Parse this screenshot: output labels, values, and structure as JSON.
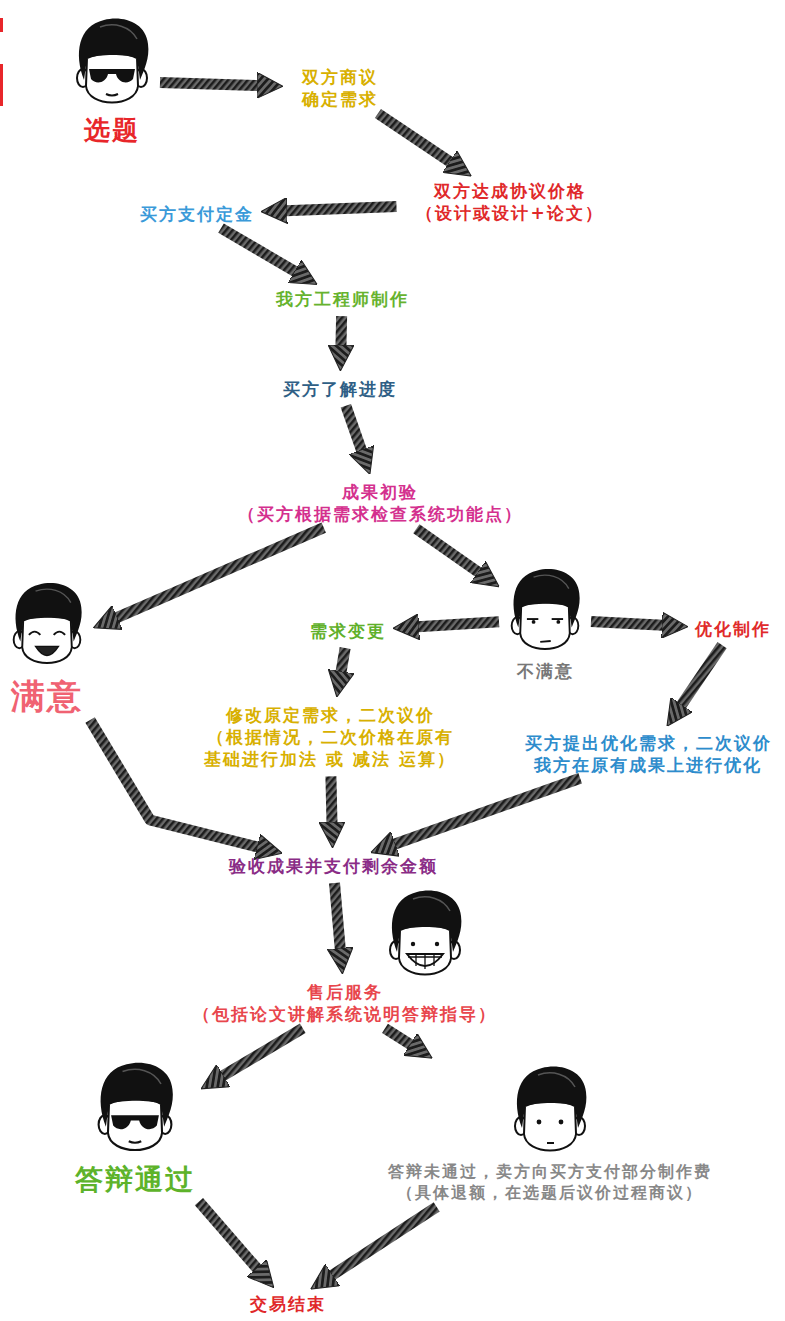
{
  "diagram": {
    "nodes": [
      {
        "text": [
          "选题"
        ]
      },
      {
        "text": [
          "双方商议 确定需求"
        ]
      },
      {
        "text": [
          "双方达成协议价格 （设计或设计+论文）"
        ]
      },
      {
        "text": [
          "买方支付定金"
        ]
      },
      {
        "text": [
          "我方工程师制作"
        ]
      },
      {
        "text": [
          "买方了解进度"
        ]
      },
      {
        "text": [
          "成果初验 （买方根据需求检查系统功能点）"
        ]
      },
      {
        "text": [
          "满意"
        ]
      },
      {
        "text": [
          "不满意"
        ]
      },
      {
        "text": [
          "需求变更"
        ]
      },
      {
        "text": [
          "优化制作"
        ]
      },
      {
        "text": [
          "修改原定需求，二次议价 （根据情况，二次价格在原有 基础进行加法 或 减法 运算）"
        ]
      },
      {
        "text": [
          "买方提出优化需求，二次议价 我方在原有成果上进行优化"
        ]
      },
      {
        "text": [
          "验收成果并支付剩余金额"
        ]
      },
      {
        "text": [
          "售后服务 （包括论文讲解系统说明答辩指导）"
        ]
      },
      {
        "text": [
          "答辩通过"
        ]
      },
      {
        "text": [
          "答辩未通过，卖方向买方支付部分制作费 （具体退额，在选题后议价过程商议）"
        ]
      },
      {
        "text": [
          "交易结束"
        ]
      }
    ],
    "edges": [
      {
        "from": 0,
        "to": 1,
        "arrow": "to"
      },
      {
        "from": 1,
        "to": 2,
        "arrow": "to"
      },
      {
        "from": 2,
        "to": 3,
        "arrow": "to"
      },
      {
        "from": 3,
        "to": 4,
        "arrow": "to"
      },
      {
        "from": 4,
        "to": 5,
        "arrow": "to"
      },
      {
        "from": 5,
        "to": 6,
        "arrow": "to"
      },
      {
        "from": 6,
        "to": 7,
        "arrow": "to"
      },
      {
        "from": 6,
        "to": 8,
        "arrow": "to"
      },
      {
        "from": 8,
        "to": 9,
        "arrow": "to"
      },
      {
        "from": 8,
        "to": 10,
        "arrow": "to"
      },
      {
        "from": 9,
        "to": 11,
        "arrow": "to"
      },
      {
        "from": 10,
        "to": 12,
        "arrow": "to"
      },
      {
        "from": 7,
        "to": 13,
        "arrow": "to"
      },
      {
        "from": 11,
        "to": 13,
        "arrow": "to"
      },
      {
        "from": 12,
        "to": 13,
        "arrow": "to"
      },
      {
        "from": 13,
        "to": 14,
        "arrow": "to"
      },
      {
        "from": 14,
        "to": 15,
        "arrow": "to"
      },
      {
        "from": 14,
        "to": 16,
        "arrow": "to"
      },
      {
        "from": 15,
        "to": 17,
        "arrow": "to"
      },
      {
        "from": 16,
        "to": 17,
        "arrow": "to"
      }
    ]
  }
}
